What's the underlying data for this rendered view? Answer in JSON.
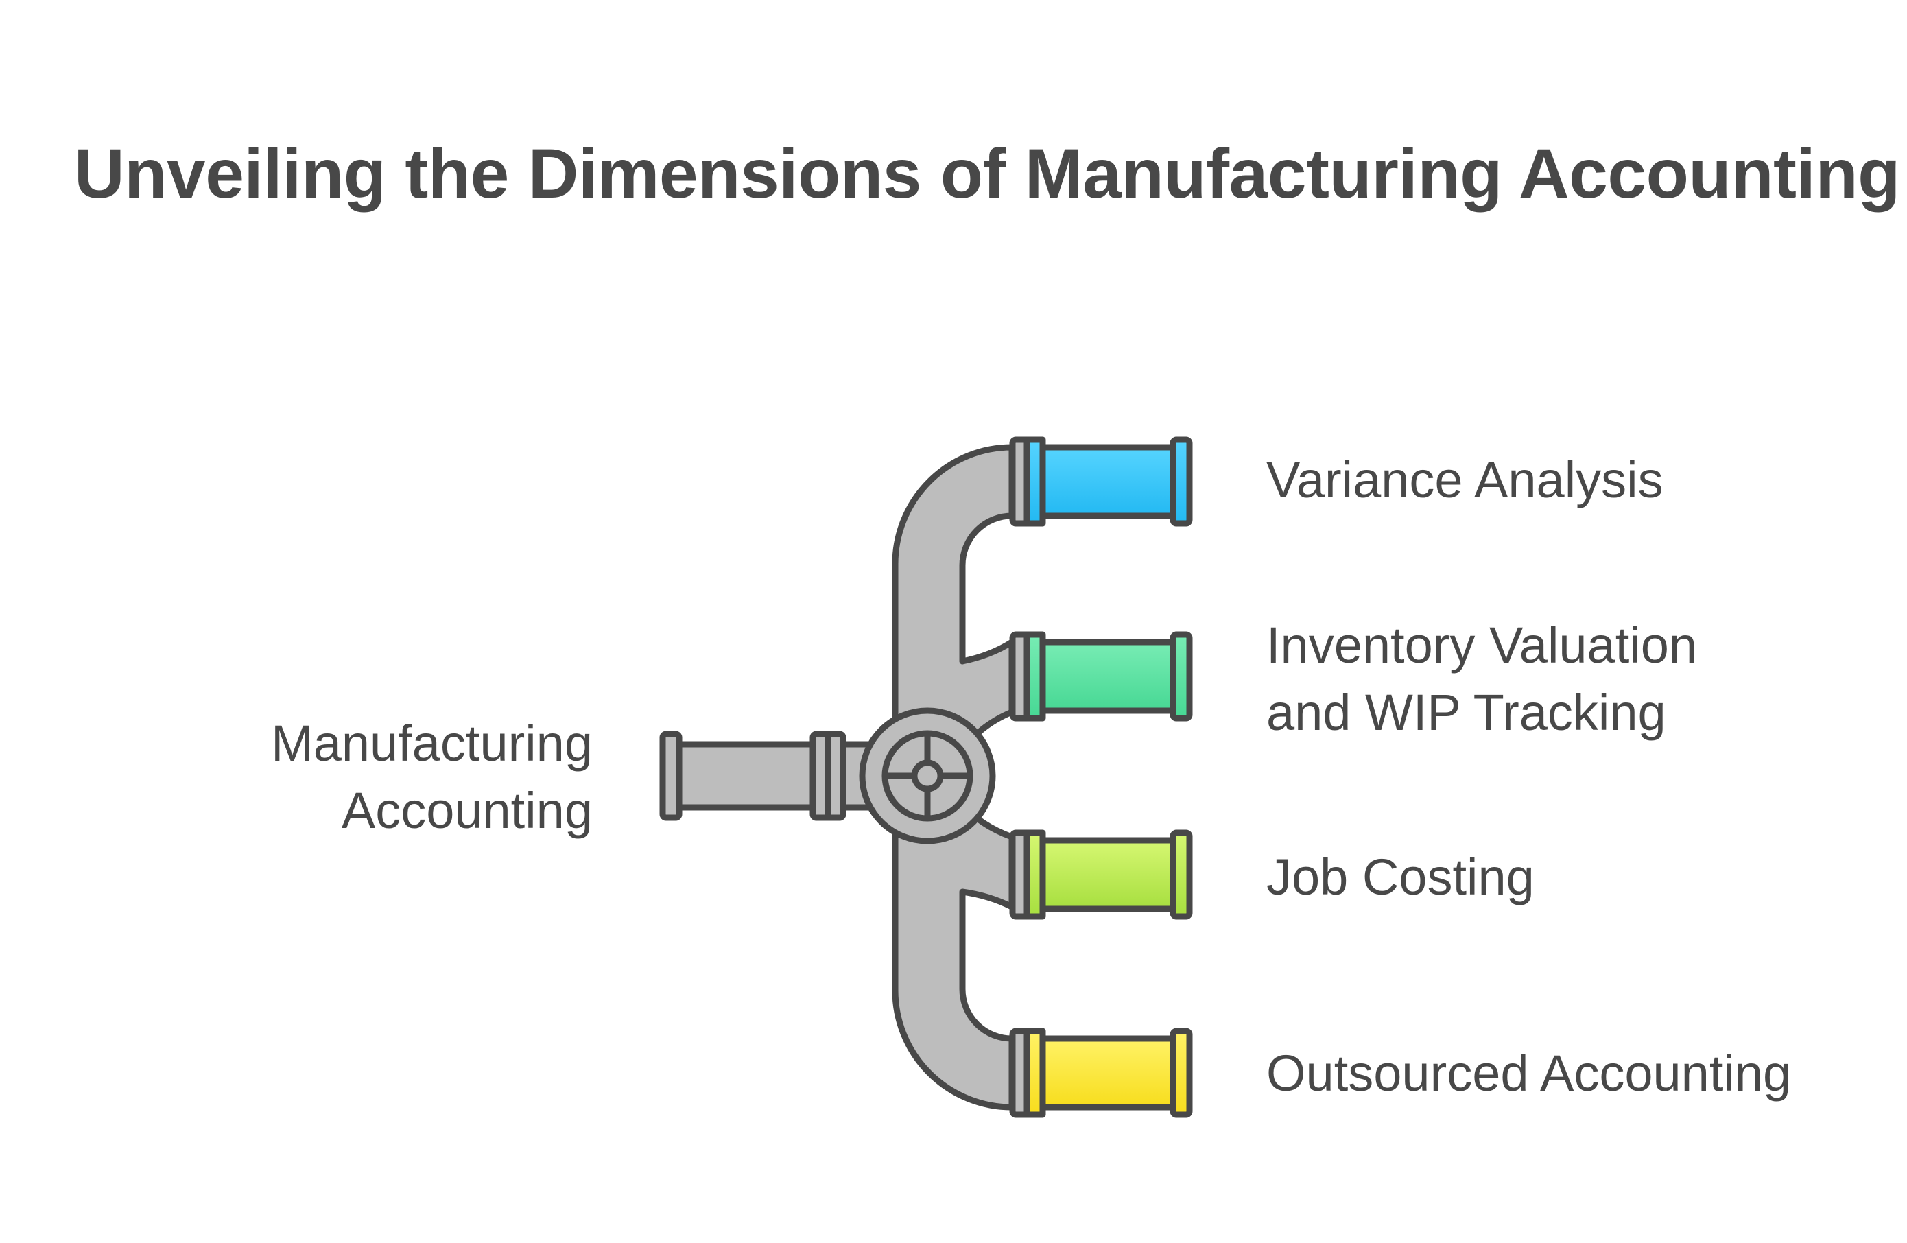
{
  "title": "Unveiling the Dimensions of Manufacturing Accounting",
  "source": {
    "line1": "Manufacturing",
    "line2": "Accounting"
  },
  "outputs": [
    {
      "line1": "Variance Analysis",
      "line2": "",
      "color_top": "#56d4ff",
      "color_bottom": "#23b9f2"
    },
    {
      "line1": "Inventory Valuation",
      "line2": "and WIP Tracking",
      "color_top": "#78ecb4",
      "color_bottom": "#47d894"
    },
    {
      "line1": "Job Costing",
      "line2": "",
      "color_top": "#d6f772",
      "color_bottom": "#a7df3f"
    },
    {
      "line1": "Outsourced Accounting",
      "line2": "",
      "color_top": "#fff266",
      "color_bottom": "#f7dd1d"
    }
  ],
  "colors": {
    "pipe": "#bdbdbd",
    "outline": "#484848",
    "text": "#484848"
  }
}
